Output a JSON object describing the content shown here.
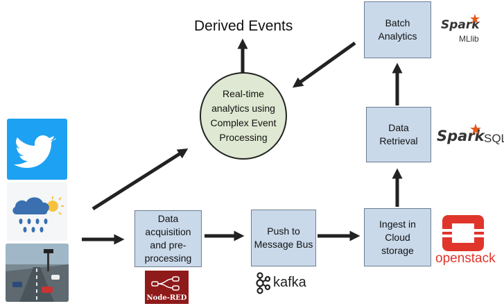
{
  "output_label": "Derived Events",
  "cep_node": "Real-time\nanalytics using\nComplex Event\nProcessing",
  "boxes": {
    "acquisition": "Data\nacquisition\nand pre-\nprocessing",
    "push": "Push to\nMessage Bus",
    "ingest": "Ingest in\nCloud\nstorage",
    "retrieval": "Data\nRetrieval",
    "batch": "Batch\nAnalytics"
  },
  "logos": {
    "nodered": "Node-RED",
    "kafka": "kafka",
    "openstack": "openstack",
    "spark_sql_word": "Spark",
    "spark_sql_suffix": "SQL",
    "spark_mllib_word": "Spark",
    "spark_mllib_suffix": "MLlib"
  },
  "sources": [
    "twitter-icon",
    "weather-icon",
    "traffic-camera-image"
  ],
  "colors": {
    "box_fill": "#c9d9ea",
    "circle_fill": "#dfe8d2",
    "twitter_blue": "#1da1f2",
    "openstack_red": "#e0352b",
    "spark_orange": "#e25a1c"
  }
}
